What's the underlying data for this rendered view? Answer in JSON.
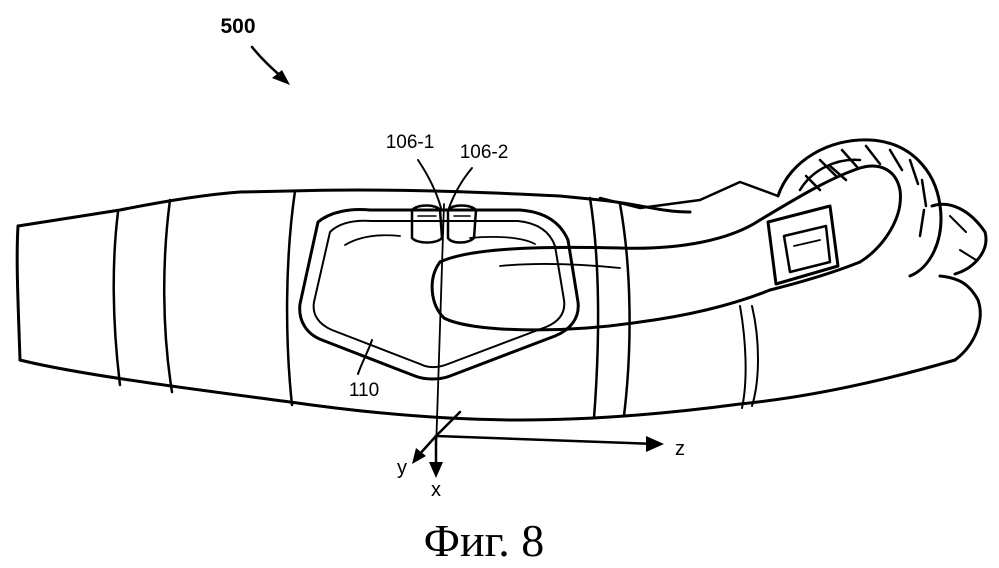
{
  "figure": {
    "ref_main": "500",
    "ref_electrode_1": "106-1",
    "ref_electrode_2": "106-2",
    "ref_pad": "110",
    "axis_z": "z",
    "axis_y": "y",
    "axis_x": "x",
    "caption": "Фиг. 8"
  }
}
